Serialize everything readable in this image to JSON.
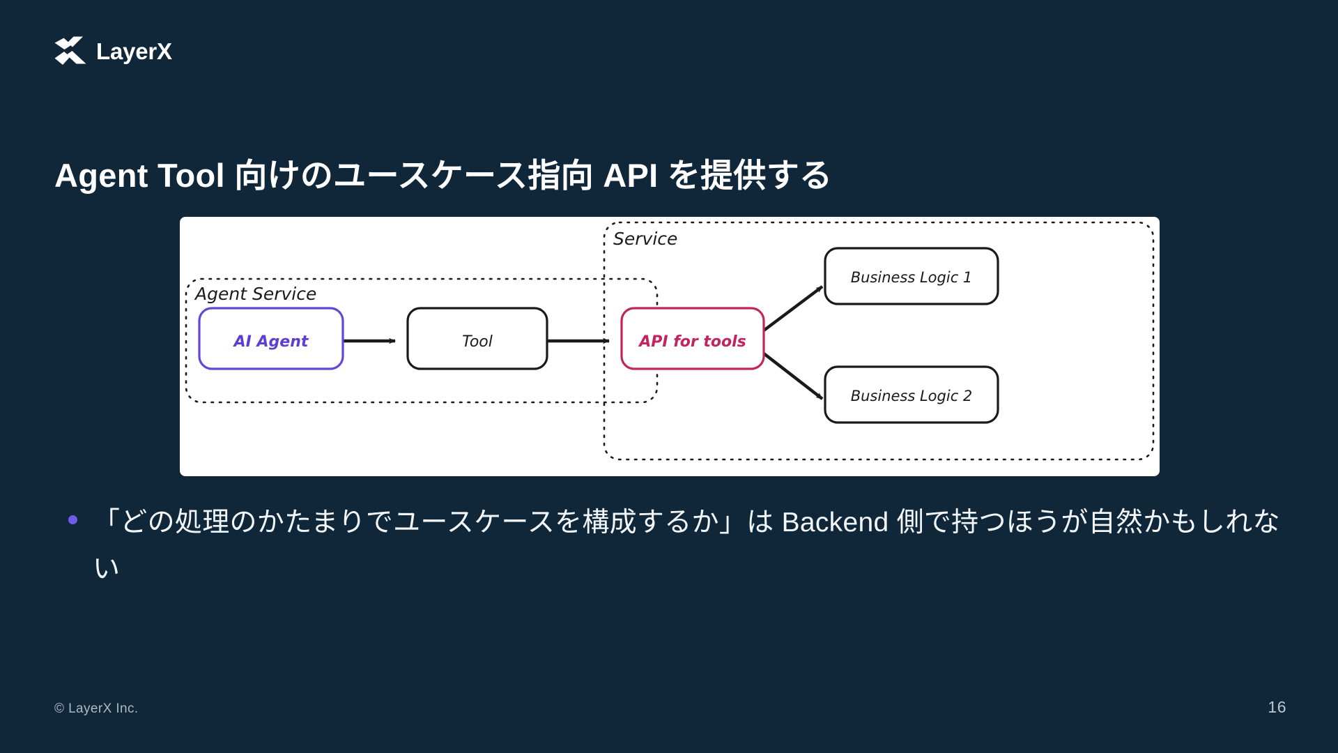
{
  "slide": {
    "background_color": "#10273a",
    "brand": {
      "logo_icon": "layerx-x-mark-icon",
      "wordmark": "LayerX"
    },
    "title": "Agent Tool 向けのユースケース指向 API を提供する",
    "footer": {
      "copyright": "© LayerX Inc.",
      "page_number": "16"
    }
  },
  "diagram": {
    "panel_background": "#ffffff",
    "groups": [
      {
        "id": "agent-service",
        "label": "Agent Service",
        "style": "dashed",
        "color": "#1a1a1a"
      },
      {
        "id": "service",
        "label": "Service",
        "style": "dashed",
        "color": "#1a1a1a"
      }
    ],
    "nodes": [
      {
        "id": "ai-agent",
        "label": "AI Agent",
        "border_color": "#6346d6",
        "text_color": "#5b3fd1",
        "group": "agent-service"
      },
      {
        "id": "tool",
        "label": "Tool",
        "border_color": "#1a1a1a",
        "text_color": "#1a1a1a",
        "group": "agent-service"
      },
      {
        "id": "api-for-tools",
        "label": "API for tools",
        "border_color": "#c2255c",
        "text_color": "#c2255c",
        "group": "service"
      },
      {
        "id": "business-logic-1",
        "label": "Business Logic 1",
        "border_color": "#1a1a1a",
        "text_color": "#1a1a1a",
        "group": "service"
      },
      {
        "id": "business-logic-2",
        "label": "Business Logic 2",
        "border_color": "#1a1a1a",
        "text_color": "#1a1a1a",
        "group": "service"
      }
    ],
    "arrows": [
      {
        "id": "arrow-agent-to-tool",
        "from": "ai-agent",
        "to": "tool"
      },
      {
        "id": "arrow-tool-to-api",
        "from": "tool",
        "to": "api-for-tools"
      },
      {
        "id": "arrow-api-to-bl1",
        "from": "api-for-tools",
        "to": "business-logic-1"
      },
      {
        "id": "arrow-api-to-bl2",
        "from": "api-for-tools",
        "to": "business-logic-2"
      }
    ]
  },
  "body": {
    "bullets": [
      {
        "marker_color": "#6c5ce7",
        "text": "「どの処理のかたまりでユースケースを構成するか」は Backend 側で持つほうが自然かもしれない"
      }
    ]
  }
}
